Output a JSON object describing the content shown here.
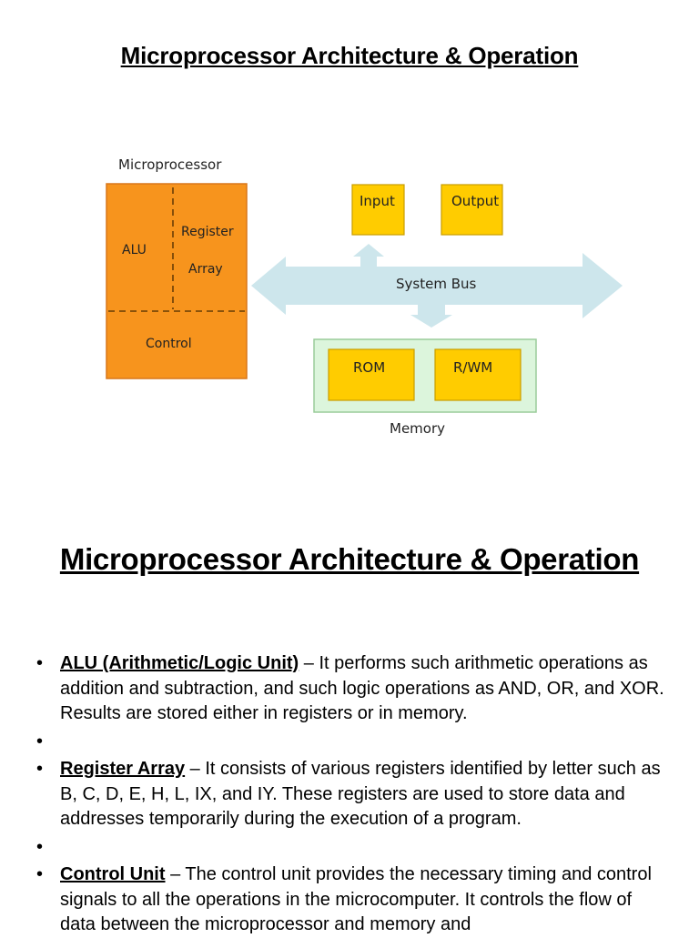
{
  "page": {
    "top_title": "Microprocessor Architecture & Operation",
    "mid_title": "Microprocessor Architecture & Operation"
  },
  "diagram": {
    "microprocessor_label": "Microprocessor",
    "alu_label": "ALU",
    "register_label_1": "Register",
    "register_label_2": "Array",
    "control_label": "Control",
    "input_label": "Input",
    "output_label": "Output",
    "system_bus_label": "System Bus",
    "rom_label": "ROM",
    "rwm_label": "R/WM",
    "memory_label": "Memory",
    "colors": {
      "cpu_fill": "#f7941d",
      "box_fill": "#ffcc00",
      "bus_fill": "#cde6ec",
      "memory_fill": "#dcf5dc",
      "memory_border": "#9acb9a"
    }
  },
  "bullets": [
    {
      "term": "ALU (Arithmetic/Logic Unit)",
      "text": " – It performs such arithmetic operations as addition and subtraction, and such logic operations as AND, OR, and XOR. Results are stored either in registers or in memory."
    },
    {
      "term": "Register Array",
      "text": " – It consists of various registers identified by letter such as B, C, D, E, H, L, IX, and IY. These registers are used to store data and addresses temporarily during the execution of a program."
    },
    {
      "term": "Control Unit",
      "text": " – The control unit provides the necessary timing and control signals to all the operations in the microcomputer. It controls the flow of data between the microprocessor and memory and"
    }
  ]
}
